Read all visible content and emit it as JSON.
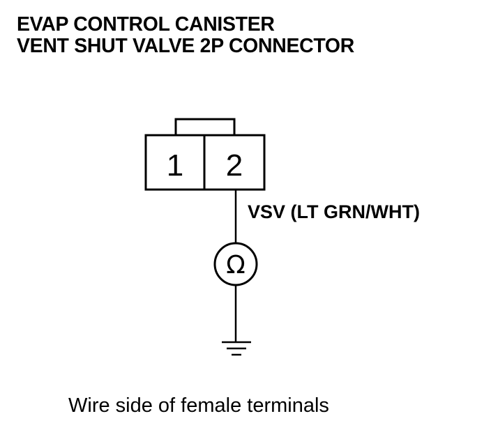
{
  "title": {
    "line1": "EVAP CONTROL CANISTER",
    "line2": "VENT SHUT VALVE 2P CONNECTOR"
  },
  "connector": {
    "pins": [
      "1",
      "2"
    ]
  },
  "wire": {
    "label": "VSV (LT GRN/WHT)"
  },
  "meter": {
    "symbol": "Ω",
    "icon": "ohmmeter-icon"
  },
  "ground": {
    "icon": "ground-icon"
  },
  "caption": "Wire side of female terminals"
}
